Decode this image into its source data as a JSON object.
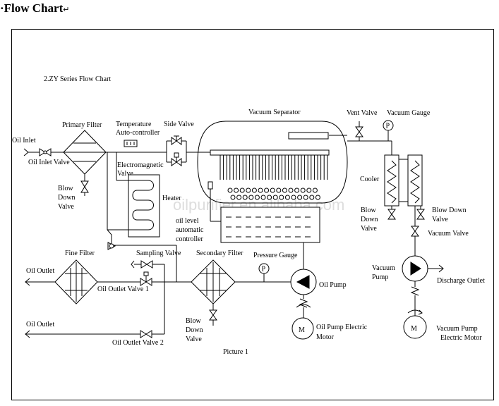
{
  "page": {
    "title": "Flow Chart",
    "title_prefix": "·",
    "return_mark": "↵"
  },
  "diagram": {
    "heading": "2.ZY  Series Flow Chart",
    "caption": "Picture 1",
    "watermark": "oilpurifier.en.alibaba.com",
    "labels": {
      "oil_inlet": "Oil Inlet",
      "oil_inlet_valve": "Oil Inlet Valve",
      "primary_filter": "Primary Filter",
      "temperature_1": "Temperature",
      "temperature_2": "Auto-controller",
      "side_valve": "Side Valve",
      "vacuum_separator": "Vacuum Separator",
      "vent_valve": "Vent Valve",
      "vacuum_gauge": "Vacuum   Gauge",
      "electromagnetic_1": "Electromagnetic",
      "electromagnetic_2": "Valve",
      "heater": "Heater",
      "cooler": "Cooler",
      "blow_down_left_1": "Blow",
      "blow_down_left_2": "Down",
      "blow_down_left_3": "Valve",
      "oil_level_1": "oil level",
      "oil_level_2": "automatic",
      "oil_level_3": "controller",
      "blow_down_mid_1": "Blow",
      "blow_down_mid_2": "Down",
      "blow_down_mid_3": "Valve",
      "blow_down_right_1": "Blow Down",
      "blow_down_right_2": "Valve",
      "vacuum_valve": "Vacuum Valve",
      "fine_filter": "Fine Filter",
      "sampling_valve": "Sampling Valve",
      "secondary_filter": "Secondary Filter",
      "pressure_gauge": "Pressure Gauge",
      "vacuum_pump_1": "Vacuum",
      "vacuum_pump_2": "Pump",
      "discharge_outlet": "Discharge Outlet",
      "oil_outlet_1": "Oil Outlet",
      "oil_outlet_valve_1": "Oil Outlet Valve 1",
      "oil_pump": "Oil Pump",
      "blow_down_bottom_1": "Blow",
      "blow_down_bottom_2": "Down",
      "blow_down_bottom_3": "Valve",
      "oil_outlet_2": "Oil Outlet",
      "oil_outlet_valve_2": "Oil Outlet Valve 2",
      "oil_pump_motor_1": "Oil Pump Electric",
      "oil_pump_motor_2": "Motor",
      "vacuum_pump_motor_1": "Vacuum Pump",
      "vacuum_pump_motor_2": "Electric Motor",
      "gauge_symbol": "P",
      "motor_symbol": "M"
    }
  }
}
